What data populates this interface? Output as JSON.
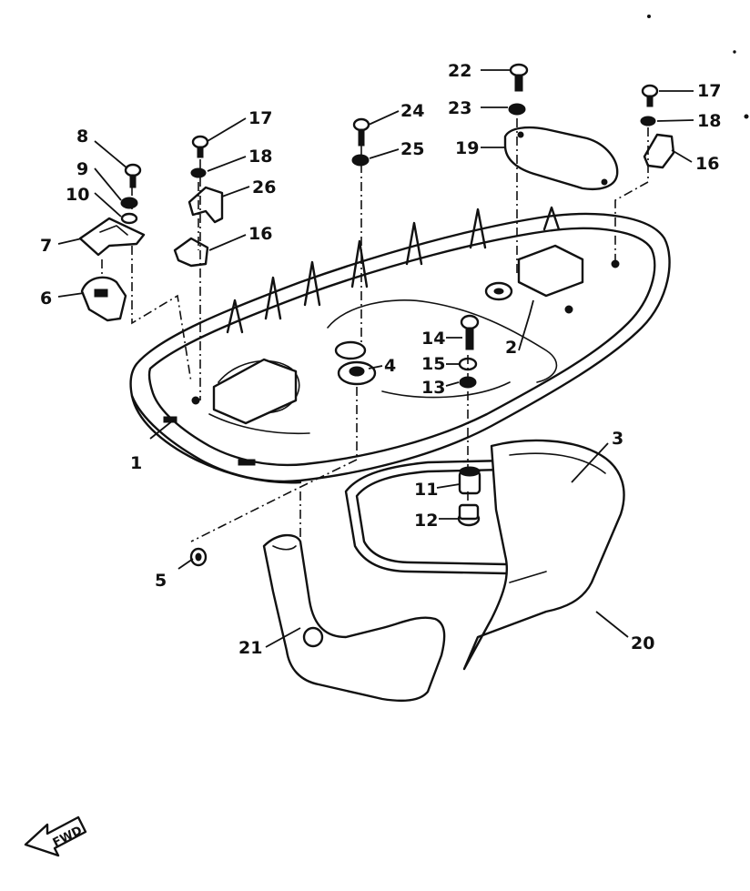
{
  "diagram": {
    "callouts": [
      "1",
      "2",
      "3",
      "4",
      "5",
      "6",
      "7",
      "8",
      "9",
      "10",
      "11",
      "12",
      "13",
      "14",
      "15",
      "16",
      "16",
      "17",
      "17",
      "18",
      "18",
      "19",
      "20",
      "21",
      "22",
      "23",
      "24",
      "25",
      "26"
    ],
    "direction_label": "FWD"
  }
}
